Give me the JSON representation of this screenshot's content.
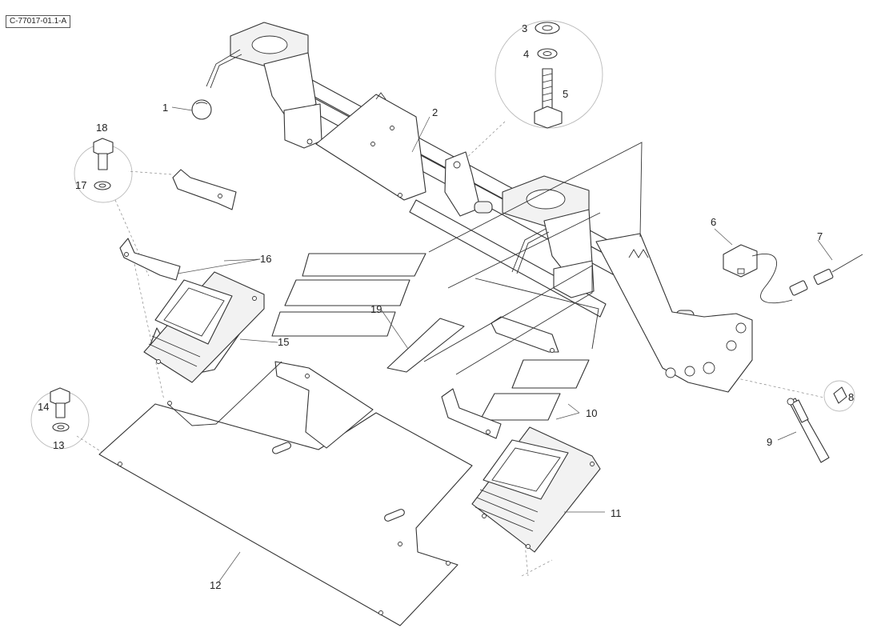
{
  "drawing_ref": "C-77017-01.1-A",
  "callouts": {
    "n1": "1",
    "n2": "2",
    "n3": "3",
    "n4": "4",
    "n5": "5",
    "n6": "6",
    "n7": "7",
    "n8": "8",
    "n9": "9",
    "n10": "10",
    "n11": "11",
    "n12": "12",
    "n13": "13",
    "n14": "14",
    "n15": "15",
    "n16": "16",
    "n17": "17",
    "n18": "18",
    "n19": "19"
  }
}
